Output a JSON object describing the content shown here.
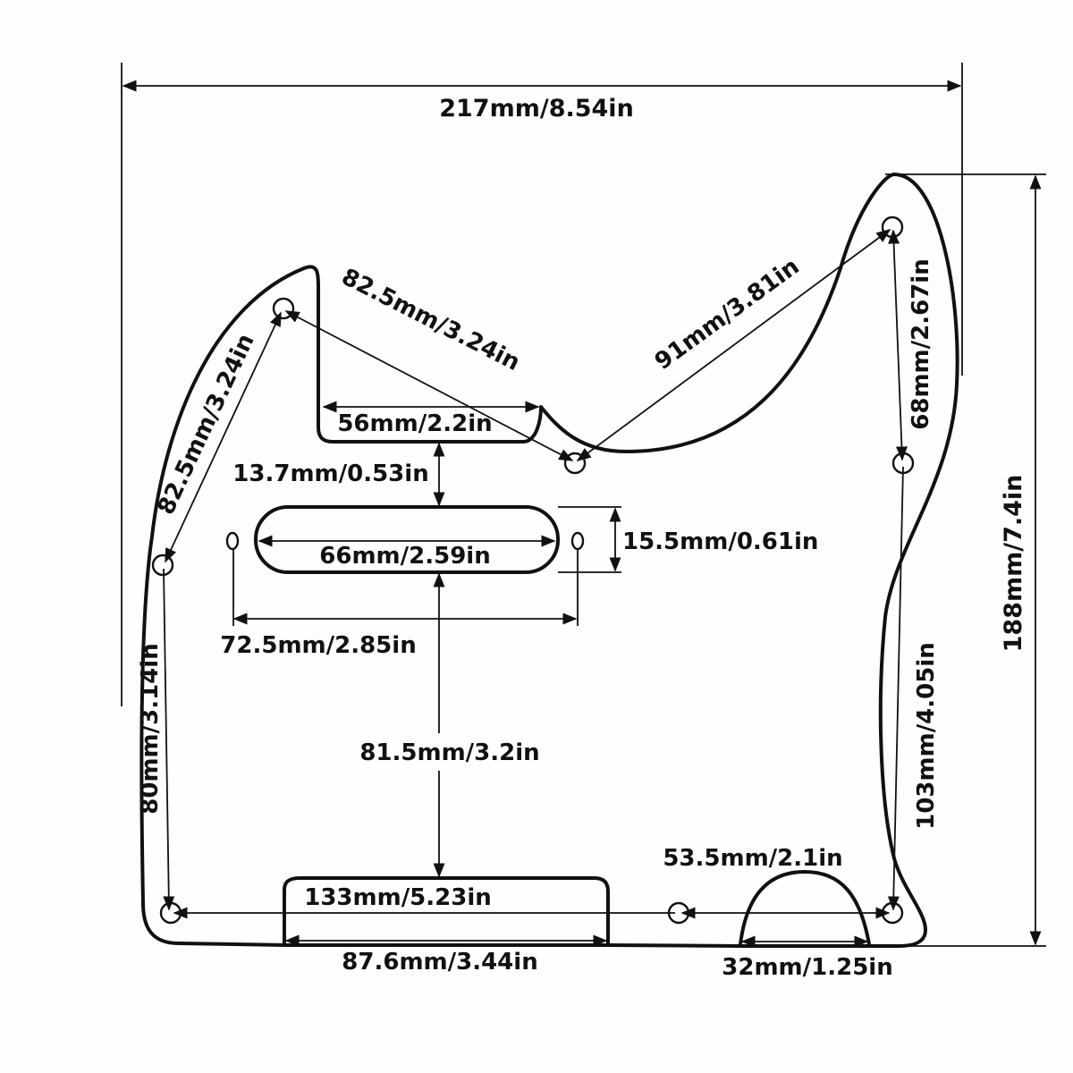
{
  "diagram": {
    "subject": "Telecaster-style pickguard dimension drawing",
    "colors": {
      "line": "#111111",
      "background": "#fefefe"
    },
    "dimensions": {
      "overall_width": "217mm/8.54in",
      "overall_height": "188mm/7.4in",
      "upper_left_diagonal": "82.5mm/3.24in",
      "upper_left_edge": "82.5mm/3.24in",
      "neck_pocket_cutout_width": "56mm/2.2in",
      "cutout_to_pickup_gap": "13.7mm/0.53in",
      "upper_right_diagonal": "91mm/3.81in",
      "right_upper_holes": "68mm/2.67in",
      "pickup_slot_length": "66mm/2.59in",
      "pickup_slot_width": "15.5mm/0.61in",
      "pickup_mount_holes": "72.5mm/2.85in",
      "pickup_to_bottom": "81.5mm/3.2in",
      "left_edge_holes": "80mm/3.14in",
      "bottom_holes_span": "133mm/5.23in",
      "bottom_cutout_width": "87.6mm/3.44in",
      "bottom_right_holes": "53.5mm/2.1in",
      "right_lower_holes": "103mm/4.05in",
      "bottom_arch_width": "32mm/1.25in"
    }
  }
}
